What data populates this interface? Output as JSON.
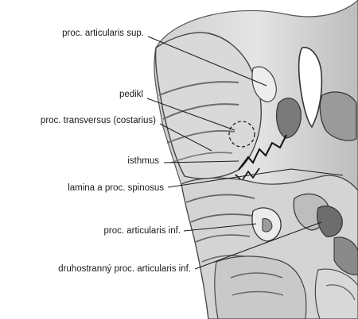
{
  "figure": {
    "labels": [
      {
        "id": "sup",
        "text": "proc. articularis sup."
      },
      {
        "id": "pedikl",
        "text": "pedikl"
      },
      {
        "id": "transv",
        "text": "proc. transversus (costarius)"
      },
      {
        "id": "isthmus",
        "text": "isthmus"
      },
      {
        "id": "lamina",
        "text": "lamina a proc. spinosus"
      },
      {
        "id": "inf",
        "text": "proc. articularis inf."
      },
      {
        "id": "druho",
        "text": "druhostranný proc. articularis inf."
      }
    ]
  }
}
